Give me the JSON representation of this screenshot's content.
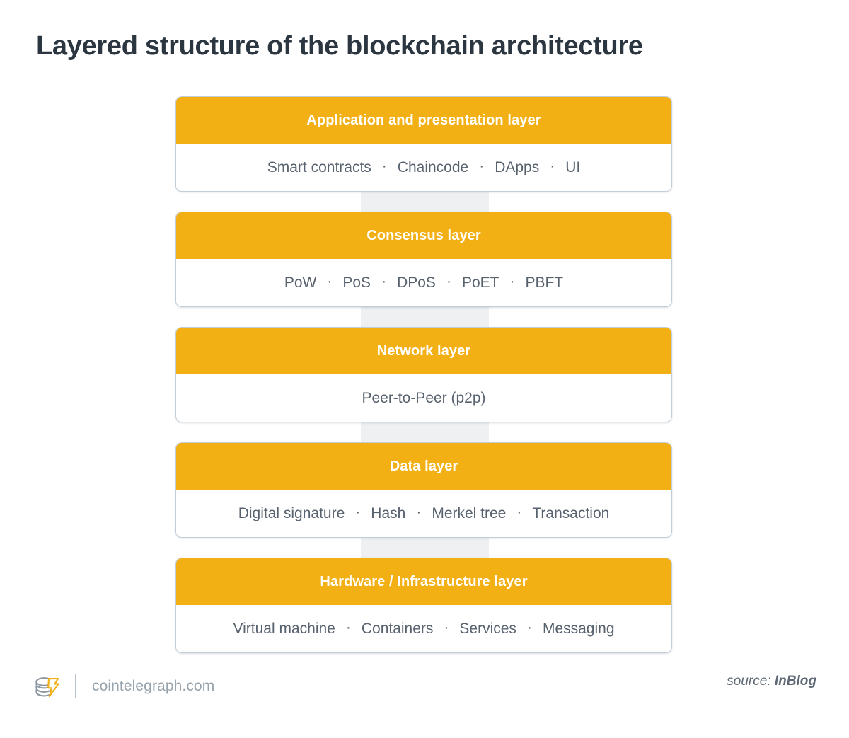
{
  "page": {
    "title": "Layered structure of the blockchain architecture",
    "background_color": "#ffffff",
    "accent_color": "#f2b015",
    "title_color": "#2b3640",
    "body_text_color": "#58626f",
    "card_border_color": "#c3cdd7",
    "connector_color": "#eef0f1"
  },
  "diagram": {
    "type": "layered-stack",
    "separator": "·",
    "layers": [
      {
        "header": "Application and presentation layer",
        "items": [
          "Smart contracts",
          "Chaincode",
          "DApps",
          "UI"
        ]
      },
      {
        "header": "Consensus layer",
        "items": [
          "PoW",
          "PoS",
          "DPoS",
          "PoET",
          "PBFT"
        ]
      },
      {
        "header": "Network layer",
        "items": [
          "Peer-to-Peer (p2p)"
        ]
      },
      {
        "header": "Data layer",
        "items": [
          "Digital signature",
          "Hash",
          "Merkel tree",
          "Transaction"
        ]
      },
      {
        "header": "Hardware / Infrastructure layer",
        "items": [
          "Virtual machine",
          "Containers",
          "Services",
          "Messaging"
        ]
      }
    ]
  },
  "footer": {
    "logo_name": "cointelegraph-logo",
    "site": "cointelegraph.com",
    "source_label": "source:",
    "source_name": "InBlog"
  }
}
